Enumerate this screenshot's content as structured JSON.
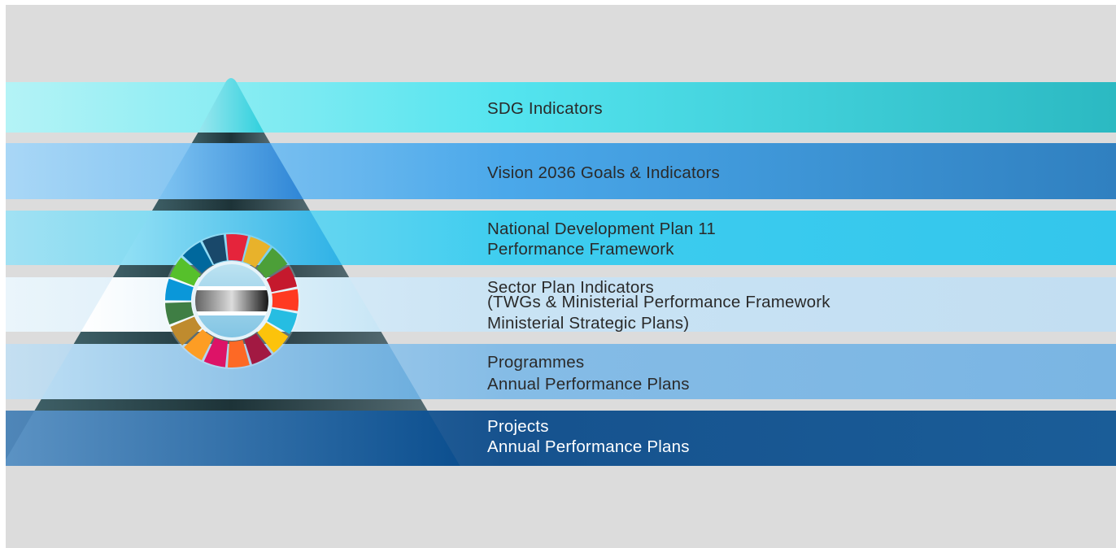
{
  "tiers": [
    {
      "lines": [
        "SDG Indicators"
      ],
      "band_gradient": [
        "#b4f3f6",
        "#54e4ef",
        "#2bb9c2"
      ],
      "text_color": "#2a2a2a"
    },
    {
      "lines": [
        "Vision 2036 Goals & Indicators"
      ],
      "band_gradient": [
        "#a9d7f6",
        "#4aa8ea",
        "#3080c0"
      ],
      "text_color": "#2a2a2a"
    },
    {
      "lines": [
        "National Development Plan 11",
        "Performance Framework"
      ],
      "band_gradient": [
        "#a1e1f3",
        "#3ecdef",
        "#33c6ec"
      ],
      "text_color": "#2a2a2a"
    },
    {
      "lines": [
        "Sector Plan Indicators",
        "(TWGs & Ministerial Performance Framework",
        "Ministerial Strategic Plans)"
      ],
      "band_gradient": [
        "#eaf5fb",
        "#c9e3f4",
        "#c2def2"
      ],
      "text_color": "#2a2a2a"
    },
    {
      "lines": [
        "Programmes",
        "Annual Performance Plans"
      ],
      "band_gradient": [
        "#c4dff1",
        "#85bce6",
        "#7ab5e3"
      ],
      "text_color": "#2a2a2a"
    },
    {
      "lines": [
        "Projects",
        "Annual Performance Plans"
      ],
      "band_gradient": [
        "#4f86b8",
        "#16528e",
        "#1a5d98"
      ],
      "text_color": "#ffffff"
    }
  ],
  "emblem": {
    "name": "SDG wheel with Botswana flag",
    "segment_colors": [
      "#e5243b",
      "#e8b22b",
      "#4c9f38",
      "#c5192d",
      "#ff3a21",
      "#26bde2",
      "#fcc30b",
      "#a21942",
      "#fd6925",
      "#dd1367",
      "#fd9d24",
      "#bf8b2e",
      "#3f7e44",
      "#0a97d9",
      "#56c02b",
      "#00689d",
      "#19486a"
    ],
    "flag_colors": [
      "#7fc3e3",
      "#ffffff",
      "#000000"
    ]
  }
}
